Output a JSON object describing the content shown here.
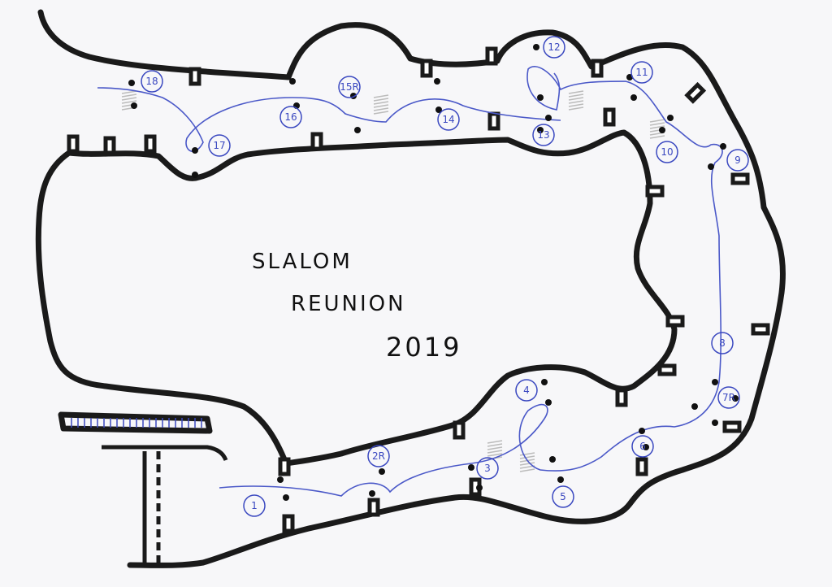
{
  "title_lines": [
    "SLALOM",
    "REUNION",
    "2019"
  ],
  "gates": [
    "1",
    "2R",
    "3",
    "4",
    "5",
    "6",
    "7R",
    "8",
    "9",
    "10",
    "11",
    "12",
    "13",
    "14",
    "15R",
    "16",
    "17",
    "18"
  ],
  "colors": {
    "bank": "#1a1a1a",
    "route": "#4a58c8",
    "background": "#f7f7f9"
  }
}
